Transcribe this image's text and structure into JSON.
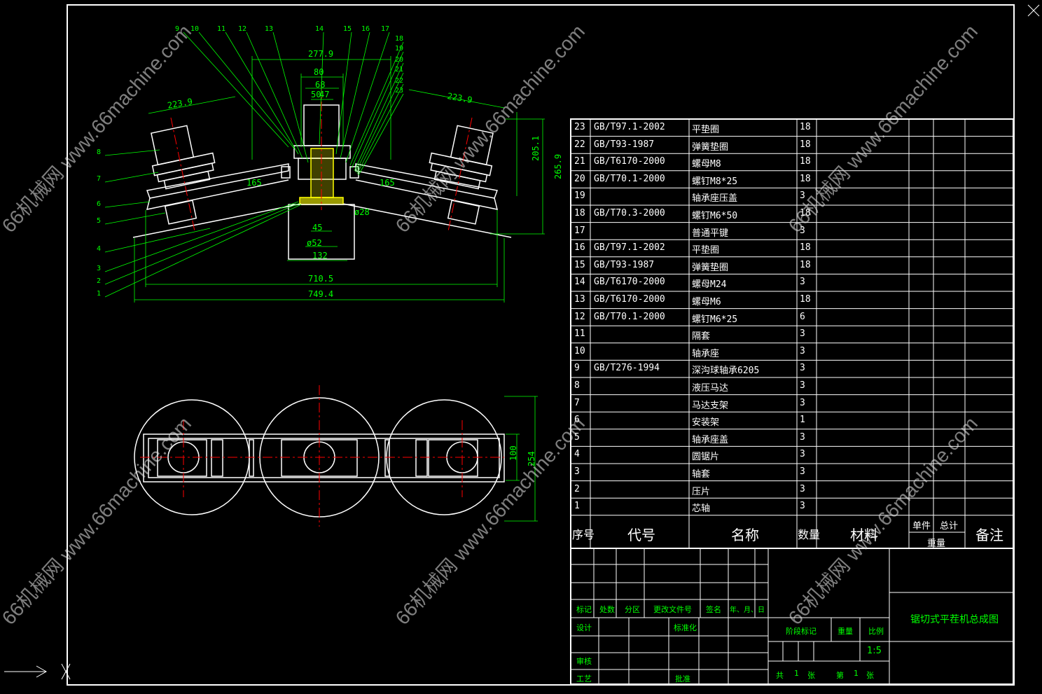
{
  "drawing": {
    "title_cn": "锯切式平茬机总成图",
    "scale": "1:5",
    "sheet": {
      "total_label": "共",
      "total": "1",
      "unit": "张",
      "current_label": "第",
      "current": "1"
    }
  },
  "balloons": [
    "1",
    "2",
    "3",
    "4",
    "5",
    "6",
    "7",
    "8",
    "9",
    "10",
    "11",
    "12",
    "13",
    "14",
    "15",
    "16",
    "17",
    "18",
    "19",
    "20",
    "21",
    "22",
    "23"
  ],
  "dims": {
    "d277": "277.9",
    "d80": "80",
    "d68": "68",
    "d50": "50",
    "d47": "47",
    "d223l": "223.9",
    "d223r": "223.9",
    "d205": "205.1",
    "d265": "265.9",
    "a165l": "165",
    "a165r": "165",
    "d45": "45",
    "d52": "ø52",
    "d132": "132",
    "d710": "710.5",
    "d749": "749.4",
    "d28": "ø28",
    "d100": "100",
    "d254": "254"
  },
  "bom": {
    "header": {
      "no": "序号",
      "code": "代号",
      "name": "名称",
      "qty": "数量",
      "mat": "材料",
      "unit_w": "单件",
      "total_w": "总计",
      "weight": "重量",
      "remark": "备注"
    },
    "rows": [
      {
        "no": "23",
        "code": "GB/T97.1-2002",
        "name": "平垫圈",
        "qty": "18"
      },
      {
        "no": "22",
        "code": "GB/T93-1987",
        "name": "弹簧垫圈",
        "qty": "18"
      },
      {
        "no": "21",
        "code": "GB/T6170-2000",
        "name": "螺母M8",
        "qty": "18"
      },
      {
        "no": "20",
        "code": "GB/T70.1-2000",
        "name": "螺钉M8*25",
        "qty": "18"
      },
      {
        "no": "19",
        "code": "",
        "name": "轴承座压盖",
        "qty": "3"
      },
      {
        "no": "18",
        "code": "GB/T70.3-2000",
        "name": "螺钉M6*50",
        "qty": "18"
      },
      {
        "no": "17",
        "code": "",
        "name": "普通平键",
        "qty": "3"
      },
      {
        "no": "16",
        "code": "GB/T97.1-2002",
        "name": "平垫圈",
        "qty": "18"
      },
      {
        "no": "15",
        "code": "GB/T93-1987",
        "name": "弹簧垫圈",
        "qty": "18"
      },
      {
        "no": "14",
        "code": "GB/T6170-2000",
        "name": "螺母M24",
        "qty": "3"
      },
      {
        "no": "13",
        "code": "GB/T6170-2000",
        "name": "螺母M6",
        "qty": "18"
      },
      {
        "no": "12",
        "code": "GB/T70.1-2000",
        "name": "螺钉M6*25",
        "qty": "6"
      },
      {
        "no": "11",
        "code": "",
        "name": "隔套",
        "qty": "3"
      },
      {
        "no": "10",
        "code": "",
        "name": "轴承座",
        "qty": "3"
      },
      {
        "no": "9",
        "code": "GB/T276-1994",
        "name": "深沟球轴承6205",
        "qty": "3"
      },
      {
        "no": "8",
        "code": "",
        "name": "液压马达",
        "qty": "3"
      },
      {
        "no": "7",
        "code": "",
        "name": "马达支架",
        "qty": "3"
      },
      {
        "no": "6",
        "code": "",
        "name": "安装架",
        "qty": "1"
      },
      {
        "no": "5",
        "code": "",
        "name": "轴承座盖",
        "qty": "3"
      },
      {
        "no": "4",
        "code": "",
        "name": "圆锯片",
        "qty": "3"
      },
      {
        "no": "3",
        "code": "",
        "name": "轴套",
        "qty": "3"
      },
      {
        "no": "2",
        "code": "",
        "name": "压片",
        "qty": "3"
      },
      {
        "no": "1",
        "code": "",
        "name": "芯轴",
        "qty": "3"
      }
    ]
  },
  "titleblock": {
    "mark": "标记",
    "count": "处数",
    "zone": "分区",
    "docno": "更改文件号",
    "sign": "签名",
    "date": "年、月、日",
    "design": "设计",
    "std": "标准化",
    "check": "审核",
    "process": "工艺",
    "approve": "批准",
    "stage": "阶段标记",
    "weight": "重量",
    "scale": "比例"
  },
  "watermark": "66机械网 www.66machine.com",
  "colors": {
    "frame": "#ffffff",
    "dim": "#00ff00",
    "center": "#ff0000",
    "accent": "#ffff00",
    "text": "#ffffff",
    "label": "#00ff00"
  }
}
